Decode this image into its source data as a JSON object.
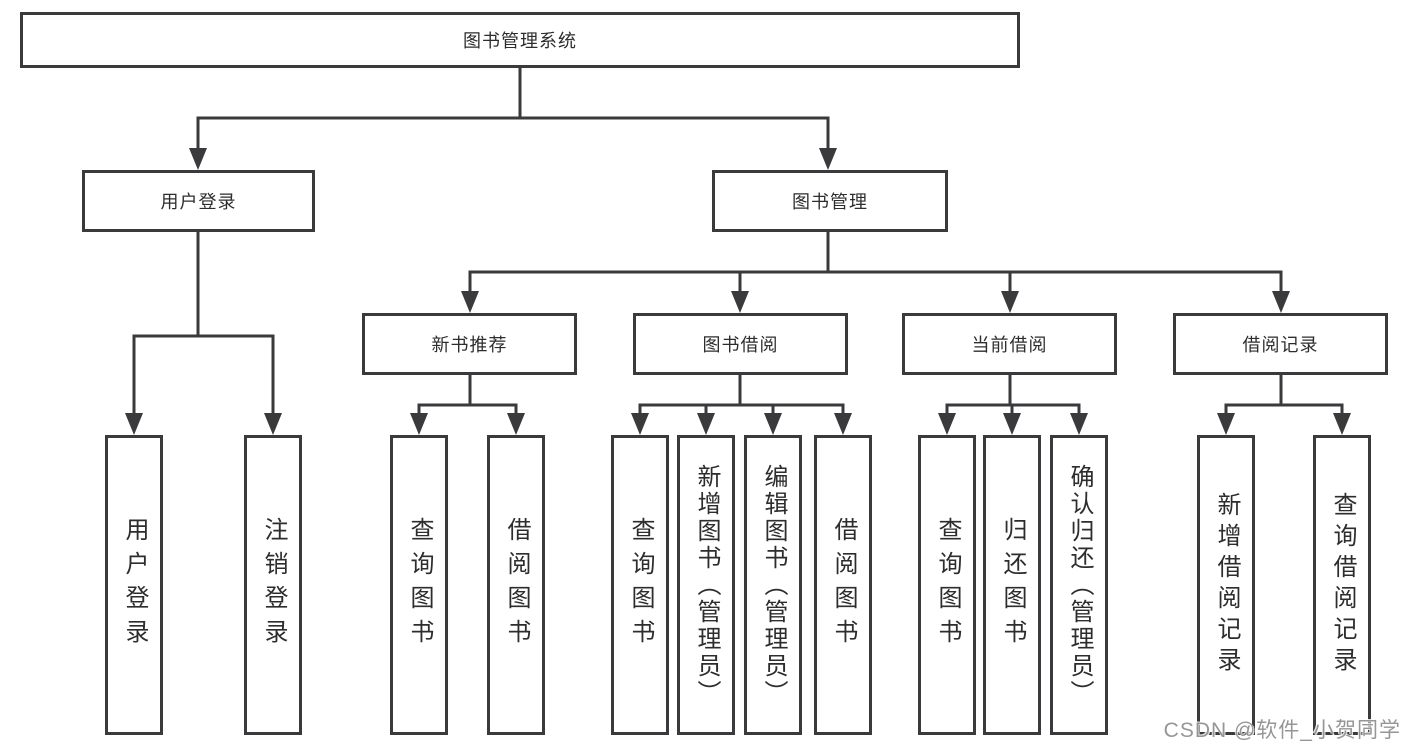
{
  "watermark": "CSDN @软件_小贺同学",
  "colors": {
    "line": "#3a3a3c",
    "box_border": "#3a3a3c",
    "text": "#2d2d2d",
    "watermark_text": "#969696",
    "background": "#ffffff"
  },
  "diagram": {
    "root": {
      "label": "图书管理系统"
    },
    "branches": [
      {
        "label": "用户登录",
        "children": [
          {
            "label": "用户登录"
          },
          {
            "label": "注销登录"
          }
        ]
      },
      {
        "label": "图书管理",
        "children": [
          {
            "label": "新书推荐",
            "children": [
              {
                "label": "查询图书"
              },
              {
                "label": "借阅图书"
              }
            ]
          },
          {
            "label": "图书借阅",
            "children": [
              {
                "label": "查询图书"
              },
              {
                "label": "新增图书（管理员）"
              },
              {
                "label": "编辑图书（管理员）"
              },
              {
                "label": "借阅图书"
              }
            ]
          },
          {
            "label": "当前借阅",
            "children": [
              {
                "label": "查询图书"
              },
              {
                "label": "归还图书"
              },
              {
                "label": "确认归还（管理员）"
              }
            ]
          },
          {
            "label": "借阅记录",
            "children": [
              {
                "label": "新增借阅记录"
              },
              {
                "label": "查询借阅记录"
              }
            ]
          }
        ]
      }
    ]
  }
}
